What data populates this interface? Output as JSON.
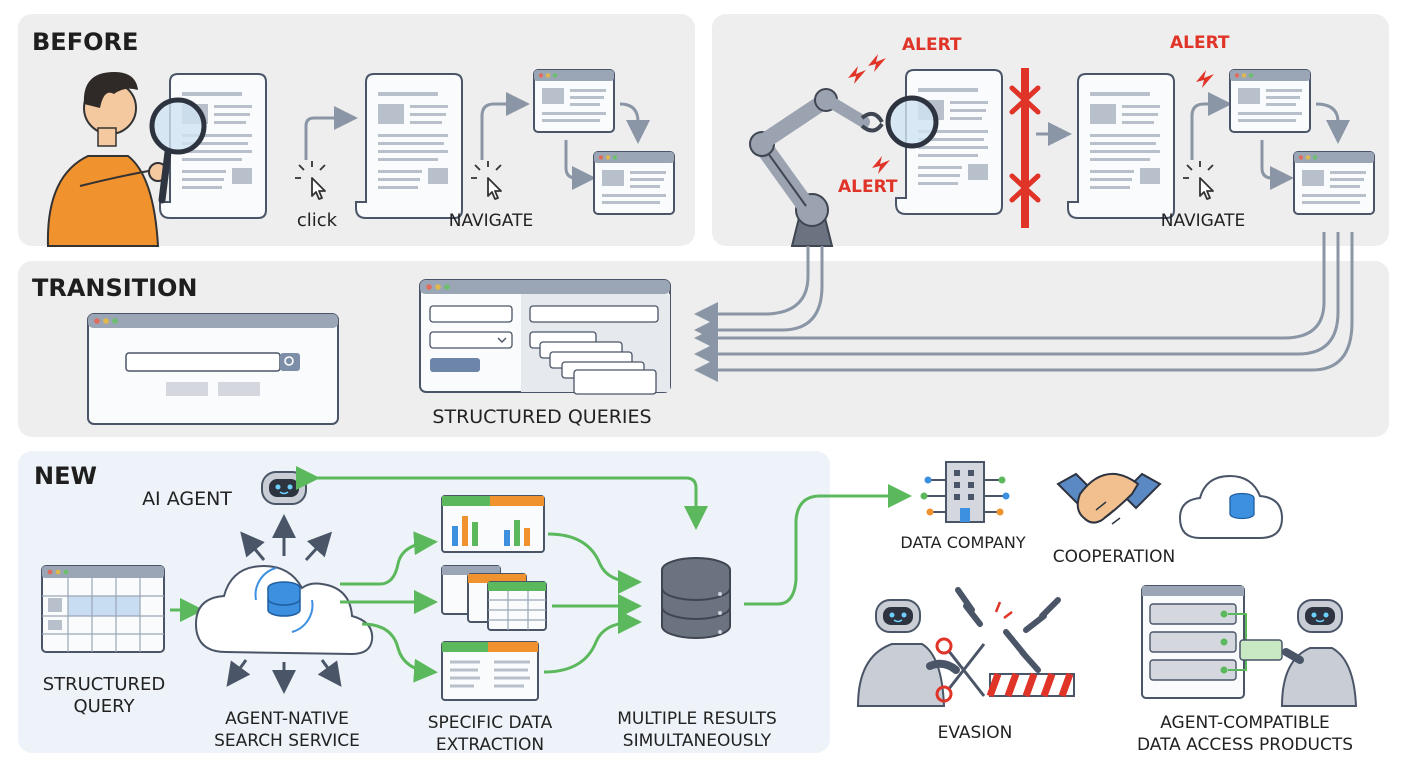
{
  "sections": {
    "before": {
      "title": "BEFORE"
    },
    "transition": {
      "title": "TRANSITION"
    },
    "new": {
      "title": "NEW"
    }
  },
  "before_steps": {
    "click": "click",
    "navigate": "NAVIGATE"
  },
  "robot_panel": {
    "alert_1": "ALERT",
    "alert_2": "ALERT",
    "alert_3": "ALERT",
    "navigate": "NAVIGATE"
  },
  "transition_panel": {
    "structured_queries": "STRUCTURED QUERIES"
  },
  "new_flow": {
    "ai_agent": "AI AGENT",
    "structured_query": "STRUCTURED\nQUERY",
    "search_service": "AGENT-NATIVE\nSEARCH SERVICE",
    "extraction": "SPECIFIC DATA\nEXTRACTION",
    "results": "MULTIPLE RESULTS\nSIMULTANEOUSLY"
  },
  "outcomes": {
    "data_company": "DATA COMPANY",
    "cooperation": "COOPERATION",
    "evasion": "EVASION",
    "products": "AGENT-COMPATIBLE\nDATA ACCESS PRODUCTS"
  },
  "colors": {
    "alert": "#e03428",
    "flow_green": "#5cb85c",
    "flow_gray": "#8a96a6",
    "person_shirt": "#f0922e",
    "database_blue": "#3d8fe0"
  },
  "icons": [
    "magnifier-icon",
    "cursor-click-icon",
    "document-icon",
    "browser-window-icon",
    "robot-arm-icon",
    "lightning-icon",
    "blocked-barrier-icon",
    "database-icon",
    "cloud-icon",
    "robot-head-icon",
    "building-icon",
    "handshake-icon",
    "chain-icon",
    "scissors-icon",
    "server-rack-icon"
  ]
}
